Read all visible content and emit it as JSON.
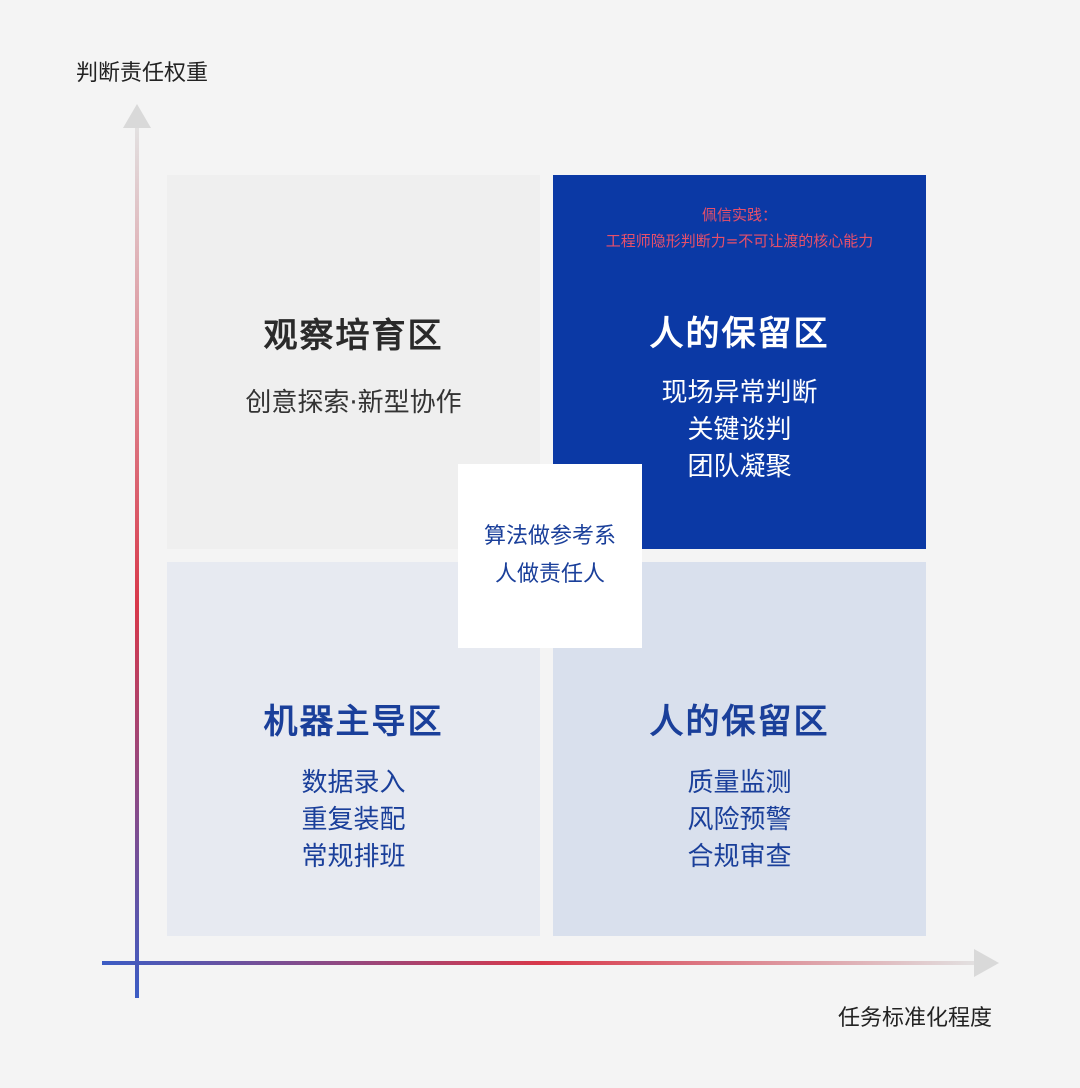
{
  "axes": {
    "y_label": "判断责任权重",
    "x_label": "任务标准化程度"
  },
  "quadrants": {
    "top_left": {
      "title": "观察培育区",
      "items": [
        "创意探索·新型协作"
      ]
    },
    "top_right": {
      "note_lines": [
        "佩信实践：",
        "工程师隐形判断力=不可让渡的核心能力"
      ],
      "title": "人的保留区",
      "items": [
        "现场异常判断",
        "关键谈判",
        "团队凝聚"
      ]
    },
    "bottom_left": {
      "title": "机器主导区",
      "items": [
        "数据录入",
        "重复装配",
        "常规排班"
      ]
    },
    "bottom_right": {
      "title": "人的保留区",
      "items": [
        "质量监测",
        "风险预警",
        "合规审查"
      ]
    }
  },
  "center": {
    "lines": [
      "算法做参考系",
      "人做责任人"
    ]
  },
  "colors": {
    "background": "#f4f4f4",
    "top_left_bg": "#efefef",
    "top_right_bg": "#0b39a5",
    "bottom_left_bg": "#e7eaf1",
    "bottom_right_bg": "#d9e0ed",
    "title_dark": "#2a2a2a",
    "blue_text": "#1a3f9a",
    "note_red": "#e8506a",
    "axis_blue": "#3b5cc4",
    "axis_red": "#d8384a",
    "arrow_gray": "#d9d9d9"
  }
}
